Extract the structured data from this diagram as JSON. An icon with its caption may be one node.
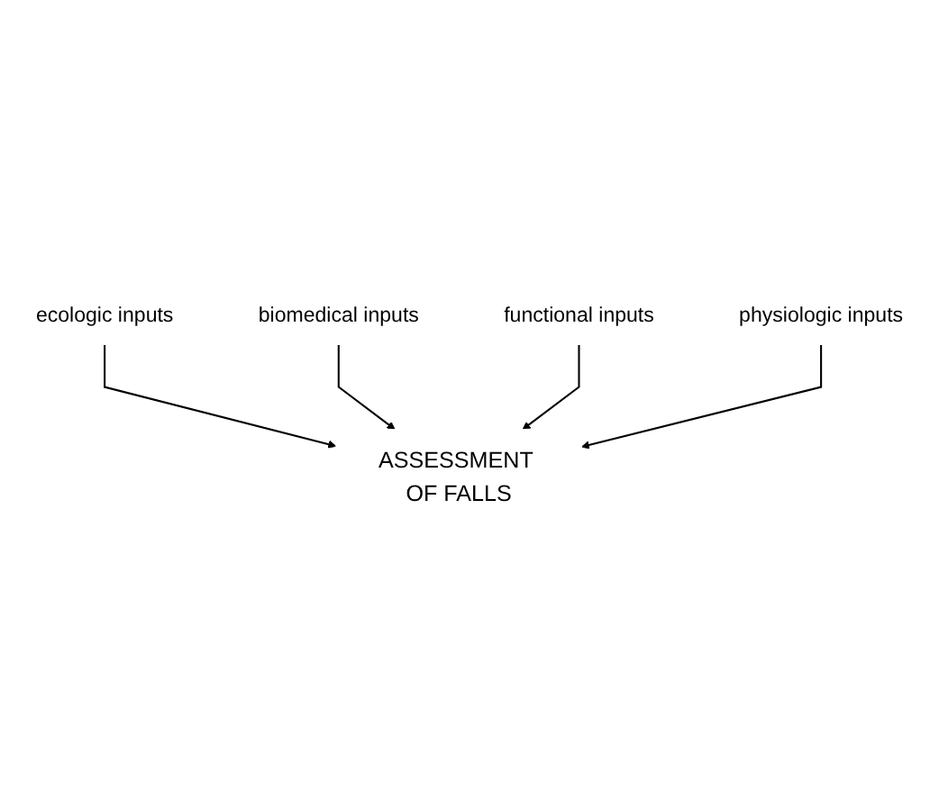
{
  "diagram": {
    "nodes": [
      {
        "text": [
          "ecologic inputs"
        ]
      },
      {
        "text": [
          "biomedical inputs"
        ]
      },
      {
        "text": [
          "ASSESSMENT OF FALLS"
        ]
      },
      {
        "text": [
          "functional inputs"
        ]
      },
      {
        "text": [
          "physiologic inputs"
        ]
      }
    ],
    "edges": [
      {
        "from": 0,
        "to": 2,
        "arrow": "to"
      },
      {
        "from": 1,
        "to": 2,
        "arrow": "to"
      },
      {
        "from": 3,
        "to": 2,
        "arrow": "to"
      },
      {
        "from": 4,
        "to": 2,
        "arrow": "to"
      }
    ]
  }
}
